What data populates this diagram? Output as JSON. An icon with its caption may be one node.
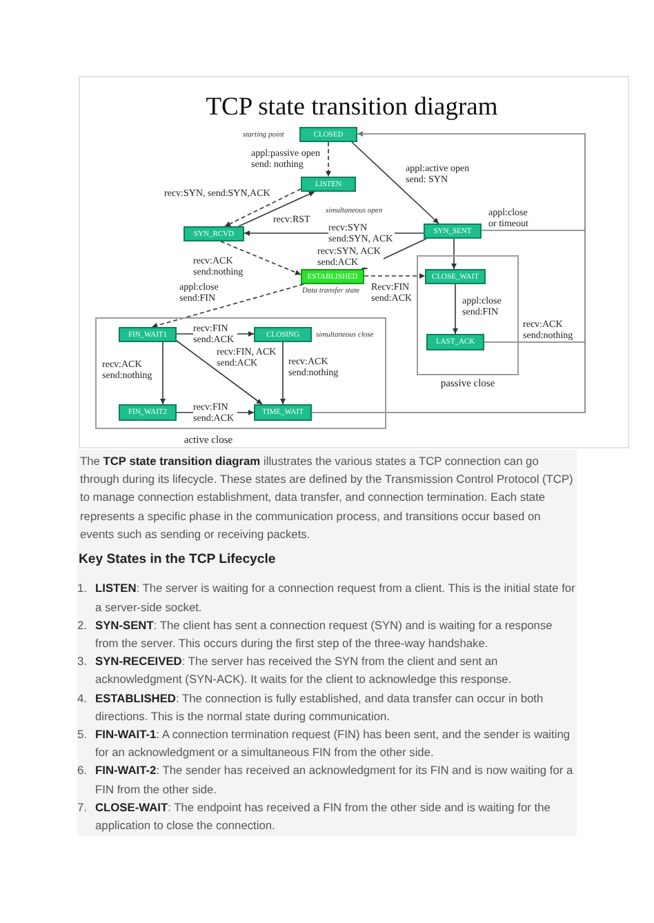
{
  "diagram": {
    "title": "TCP state transition diagram",
    "nodes": [
      {
        "text": [
          "CLOSED"
        ],
        "beside": [
          "starting point"
        ]
      },
      {
        "text": [
          "LISTEN"
        ]
      },
      {
        "text": [
          "SYN_RCVD"
        ]
      },
      {
        "text": [
          "SYN_SENT"
        ]
      },
      {
        "text": [
          "ESTABLISHED"
        ],
        "beside": [
          "Data transfer state"
        ]
      },
      {
        "text": [
          "passive close"
        ]
      },
      {
        "text": [
          "CLOSE_WAIT"
        ],
        "in": 5
      },
      {
        "text": [
          "active close"
        ]
      },
      {
        "text": [
          "FIN_WAIT1"
        ],
        "in": 7
      },
      {
        "text": [
          "CLOSING"
        ],
        "in": 7,
        "beside": [
          "simultaneous close"
        ]
      },
      {
        "text": [
          "LAST_ACK"
        ],
        "in": 5
      },
      {
        "text": [
          "FIN_WAIT2"
        ],
        "in": 7
      },
      {
        "text": [
          "TIME_WAIT"
        ],
        "in": 7
      }
    ],
    "edges": [
      {
        "from": 0,
        "to": 1,
        "arrow": "to",
        "style": "dashed",
        "label": "appl:passive open send: nothing"
      },
      {
        "from": 0,
        "to": 3,
        "arrow": "to",
        "label": "appl:active open send: SYN"
      },
      {
        "from": 1,
        "to": 2,
        "arrow": "to",
        "style": "dashed",
        "label": "recv:SYN, send:SYN,ACK"
      },
      {
        "from": 2,
        "to": 1,
        "arrow": "to",
        "label": "recv:RST"
      },
      {
        "from": 3,
        "to": 2,
        "arrow": "to",
        "label": "recv:SYN send:SYN, ACK"
      },
      {
        "from": 2,
        "to": 4,
        "arrow": "to",
        "style": "dashed",
        "label": "recv:ACK send:nothing"
      },
      {
        "from": 3,
        "to": 4,
        "arrow": "to",
        "label": "recv:SYN, ACK send:ACK"
      },
      {
        "from": 3,
        "to": 0,
        "arrow": "to",
        "color": "#777777",
        "label": "appl:close or timeout"
      },
      {
        "from": 3,
        "to": 6,
        "arrow": "to"
      },
      {
        "from": 4,
        "to": 6,
        "arrow": "to",
        "style": "dashed",
        "label": "Recv:FIN send:ACK"
      },
      {
        "from": 6,
        "to": 10,
        "arrow": "to",
        "label": "appl:close send:FIN"
      },
      {
        "from": 10,
        "to": 0,
        "arrow": "to",
        "color": "#777777",
        "label": "recv:ACK send:nothing"
      },
      {
        "from": 4,
        "to": 8,
        "arrow": "to",
        "style": "dashed",
        "label": "appl:close send:FIN"
      },
      {
        "from": 8,
        "to": 9,
        "arrow": "to",
        "label": "recv:FIN send:ACK"
      },
      {
        "from": 8,
        "to": 11,
        "arrow": "to",
        "label": "recv:ACK send:nothing"
      },
      {
        "from": 8,
        "to": 12,
        "arrow": "to",
        "label": "recv:FIN, ACK send:ACK"
      },
      {
        "from": 9,
        "to": 12,
        "arrow": "to",
        "label": "recv:ACK send:nothing"
      },
      {
        "from": 11,
        "to": 12,
        "arrow": "to",
        "label": "recv:FIN send:ACK"
      },
      {
        "from": 12,
        "to": 0,
        "arrow": "to",
        "color": "#777777"
      }
    ],
    "labels": [
      "simultaneous open",
      "The **TCP state transition diagram** illustrates the various states a TCP connection can go through during its lifecycle. These states are defined by the Transmission Control Protocol (TCP) to manage connection establishment, data transfer, and connection termination. Each state represents a specific phase in the communication process, and transitions occur based on events such as sending or receiving packets.",
      "Key States in the TCP Lifecycle",
      "1.",
      "**LISTEN**: The server is waiting for a connection request from a client. This is the initial state for a server-side socket.",
      "2.",
      "**SYN-SENT**: The client has sent a connection request (SYN) and is waiting for a response from the server. This occurs during the first step of the three-way handshake.",
      "3.",
      "**SYN-RECEIVED**: The server has received the SYN from the client and sent an acknowledgment (SYN-ACK). It waits for the client to acknowledge this response.",
      "4.",
      "**ESTABLISHED**: The connection is fully established, and data transfer can occur in both directions. This is the normal state during communication.",
      "5.",
      "**FIN-WAIT-1**: A connection termination request (FIN) has been sent, and the sender is waiting for an acknowledgment or a simultaneous FIN from the other side.",
      "6.",
      "**FIN-WAIT-2**: The sender has received an acknowledgment for its FIN and is now waiting for a FIN from the other side.",
      "7.",
      "**CLOSE-WAIT**: The endpoint has received a FIN from the other side and is waiting for the application to close the connection."
    ]
  }
}
